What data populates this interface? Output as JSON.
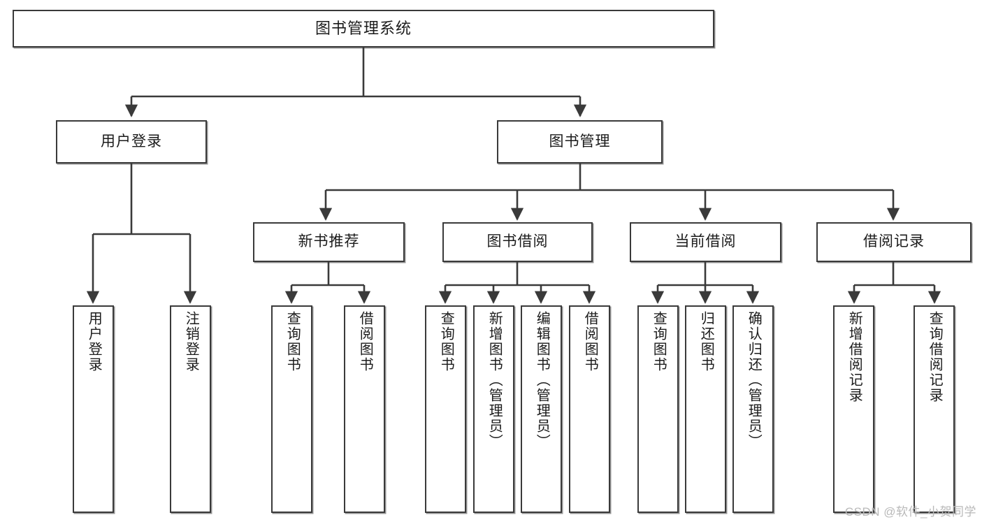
{
  "diagram": {
    "title": "图书管理系统",
    "watermark": "CSDN @软件_小贺同学",
    "colors": {
      "box_border": "#3a3a3a",
      "box_fill": "#ffffff",
      "connector": "#3a3a3a",
      "text": "#1b1b1b",
      "watermark": "#b9b9b9"
    },
    "levels": {
      "root": "图书管理系统",
      "level2": [
        "用户登录",
        "图书管理"
      ],
      "level3": [
        "新书推荐",
        "图书借阅",
        "当前借阅",
        "借阅记录"
      ]
    },
    "nodes": {
      "root": {
        "label": "图书管理系统"
      },
      "user_login": {
        "label": "用户登录"
      },
      "book_manage": {
        "label": "图书管理"
      },
      "new_book_rec": {
        "label": "新书推荐"
      },
      "book_borrow": {
        "label": "图书借阅"
      },
      "current_borrow": {
        "label": "当前借阅"
      },
      "borrow_record": {
        "label": "借阅记录"
      },
      "leaf_user_login": {
        "label": "用户登录"
      },
      "leaf_user_logout": {
        "label": "注销登录"
      },
      "leaf_query_book_1": {
        "label": "查询图书"
      },
      "leaf_borrow_book_1": {
        "label": "借阅图书"
      },
      "leaf_query_book_2": {
        "label": "查询图书"
      },
      "leaf_add_book": {
        "label": "新增图书（管理员）"
      },
      "leaf_edit_book": {
        "label": "编辑图书（管理员）"
      },
      "leaf_borrow_book_2": {
        "label": "借阅图书"
      },
      "leaf_query_book_3": {
        "label": "查询图书"
      },
      "leaf_return_book": {
        "label": "归还图书"
      },
      "leaf_confirm_return": {
        "label": "确认归还（管理员）"
      },
      "leaf_add_record": {
        "label": "新增借阅记录"
      },
      "leaf_query_record": {
        "label": "查询借阅记录"
      }
    }
  }
}
